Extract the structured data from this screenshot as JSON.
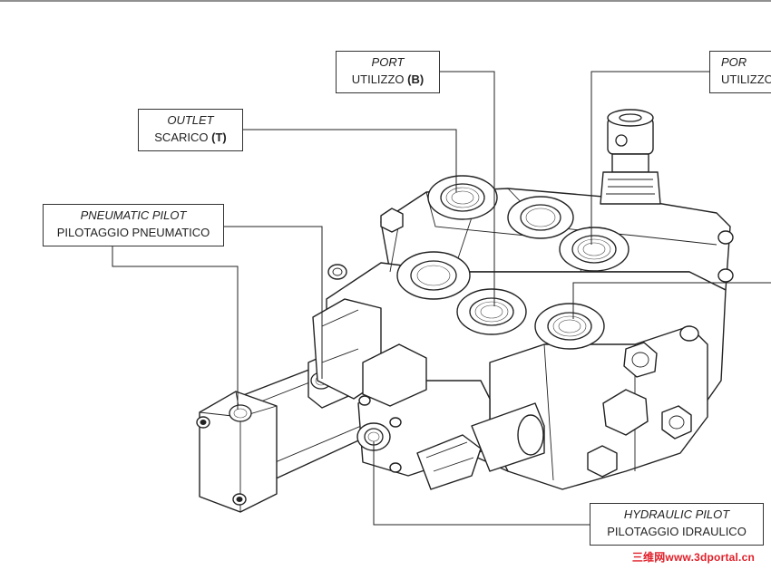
{
  "callouts": {
    "outlet": {
      "en": "OUTLET",
      "it": "SCARICO",
      "code": "(T)"
    },
    "port_b": {
      "en": "PORT",
      "it": "UTILIZZO",
      "code": "(B)"
    },
    "port_a": {
      "en": "POR",
      "it": "UTILIZZO"
    },
    "pneumatic": {
      "en": "PNEUMATIC PILOT",
      "it": "PILOTAGGIO PNEUMATICO"
    },
    "hydraulic": {
      "en": "HYDRAULIC PILOT",
      "it": "PILOTAGGIO IDRAULICO"
    }
  },
  "watermark": "三维网www.3dportal.cn",
  "colors": {
    "line": "#222222",
    "watermark": "#e0202a"
  }
}
